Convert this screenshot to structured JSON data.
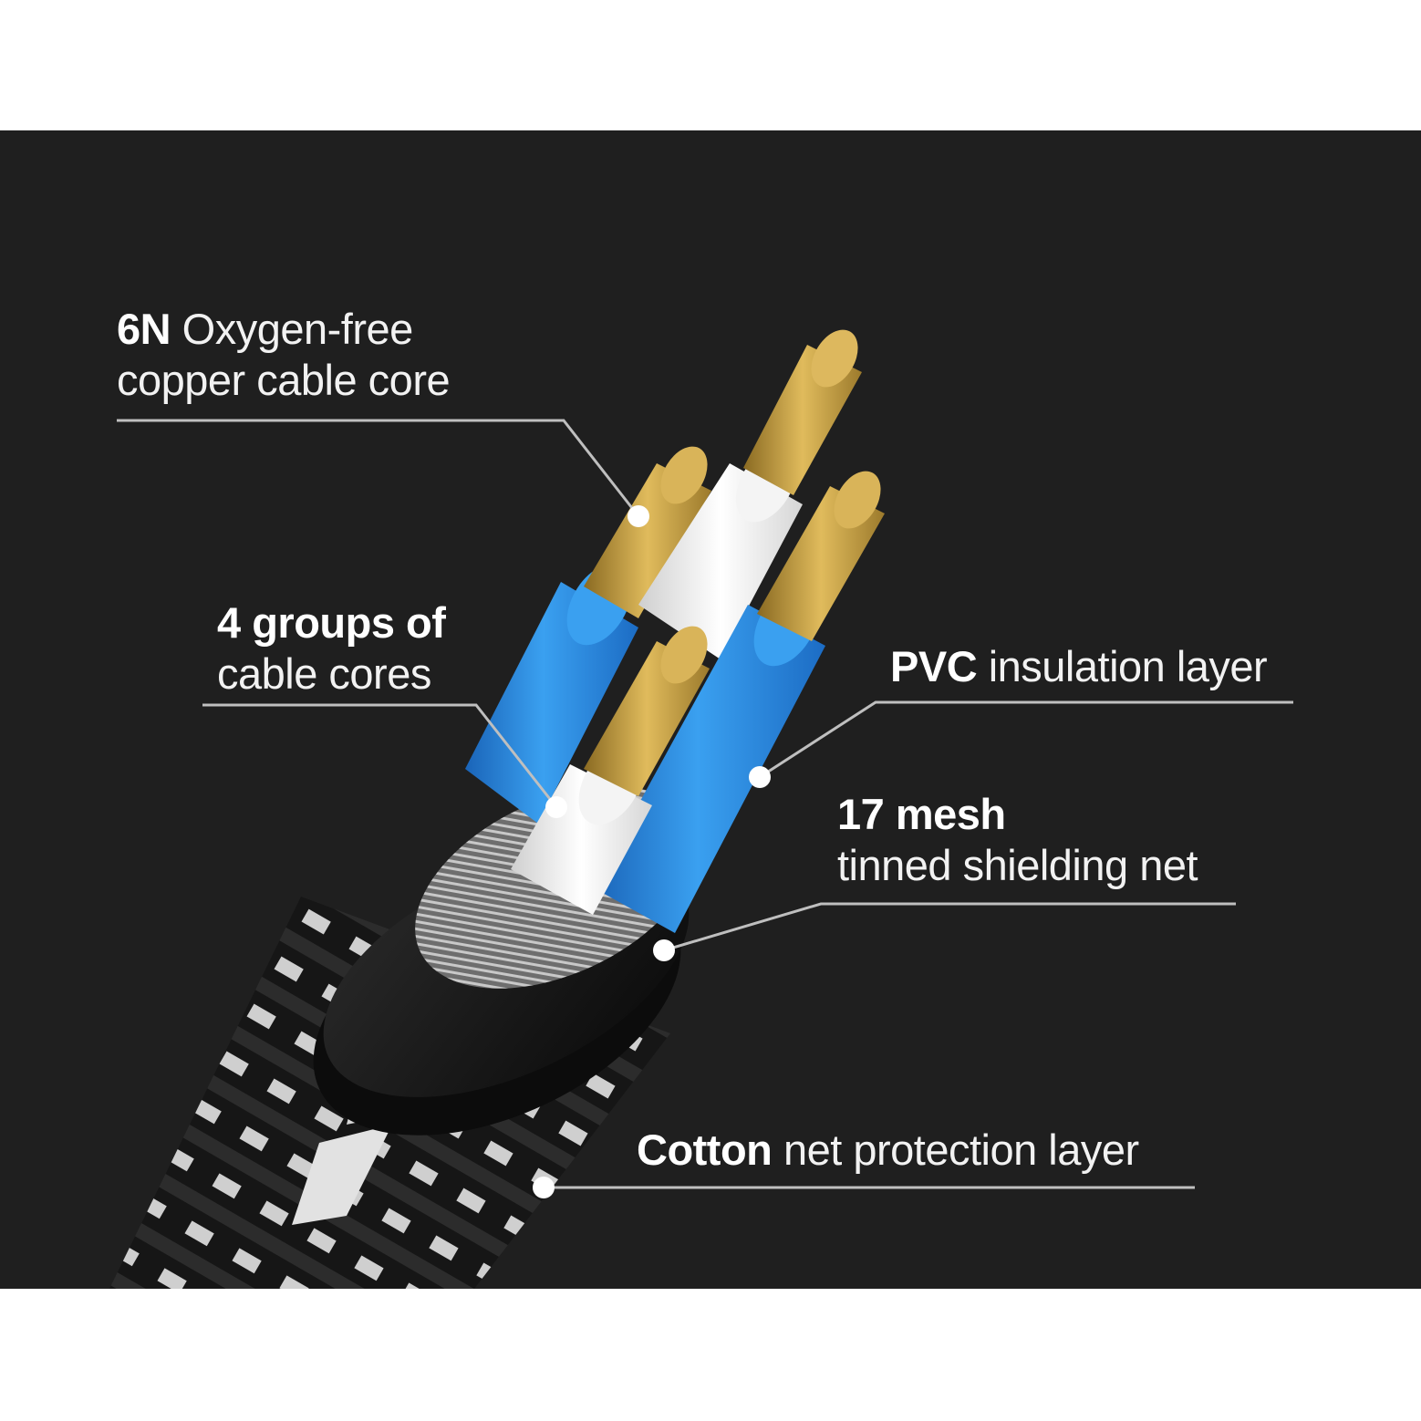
{
  "labels": {
    "copper": {
      "bold": "6N",
      "rest": "Oxygen-free",
      "line2": "copper cable core"
    },
    "groups": {
      "line1": "4 groups of",
      "line2": "cable cores"
    },
    "pvc": {
      "bold": "PVC",
      "rest": "insulation layer"
    },
    "mesh": {
      "bold": "17 mesh",
      "line2": "tinned shielding net"
    },
    "cotton": {
      "bold": "Cotton",
      "rest": "net protection layer"
    }
  },
  "colors": {
    "background": "#1f1f1f",
    "copper": "#c9a24a",
    "insulation_blue": "#2f8fe0",
    "insulation_white": "#eeeeee",
    "shield": "#9a9a9a",
    "jacket": "#111111",
    "leader": "#bfbfbf"
  }
}
